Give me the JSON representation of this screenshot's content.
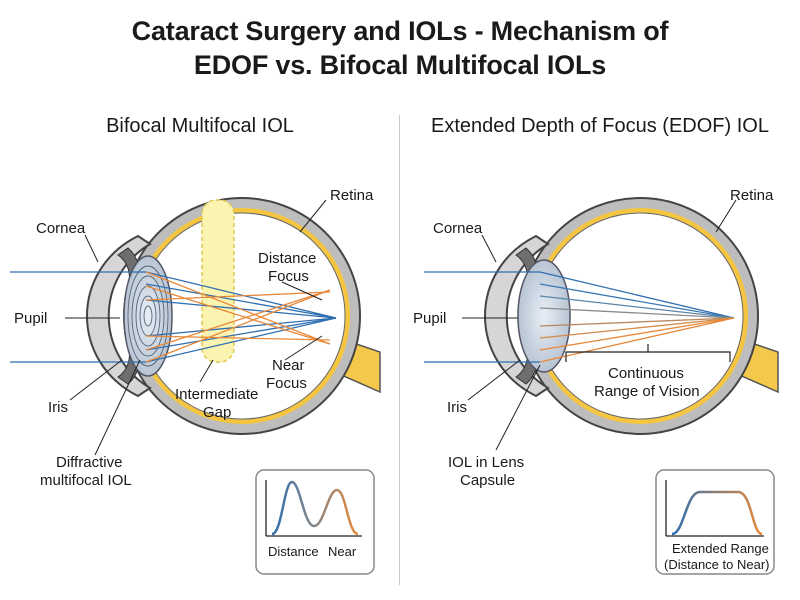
{
  "title": {
    "line1": "Cataract Surgery and IOLs - Mechanism of",
    "line2": "EDOF vs. Bifocal Multifocal IOLs"
  },
  "left_panel": {
    "heading": "Bifocal Multifocal IOL",
    "labels": {
      "cornea": "Cornea",
      "pupil": "Pupil",
      "iris": "Iris",
      "retina": "Retina",
      "distance_focus_1": "Distance",
      "distance_focus_2": "Focus",
      "near_focus_1": "Near",
      "near_focus_2": "Focus",
      "intermediate_1": "Intermediate",
      "intermediate_2": "Gap",
      "iol_1": "Diffractive",
      "iol_2": "multifocal IOL"
    },
    "graph": {
      "label_distance": "Distance",
      "label_near": "Near"
    }
  },
  "right_panel": {
    "heading": "Extended Depth of Focus (EDOF) IOL",
    "labels": {
      "cornea": "Cornea",
      "pupil": "Pupil",
      "iris": "Iris",
      "retina": "Retina",
      "continuous_1": "Continuous",
      "continuous_2": "Range of Vision",
      "iol_1": "IOL in Lens",
      "iol_2": "Capsule"
    },
    "graph": {
      "label_1": "Extended Range",
      "label_2": "(Distance to Near)"
    }
  },
  "colors": {
    "ray_blue": "#2f6fb0",
    "ray_orange": "#e8893a",
    "retina_yellow": "#f5c542",
    "sclera_gray": "#9a9a9a",
    "intermediate_zone": "#fbf3b0"
  }
}
